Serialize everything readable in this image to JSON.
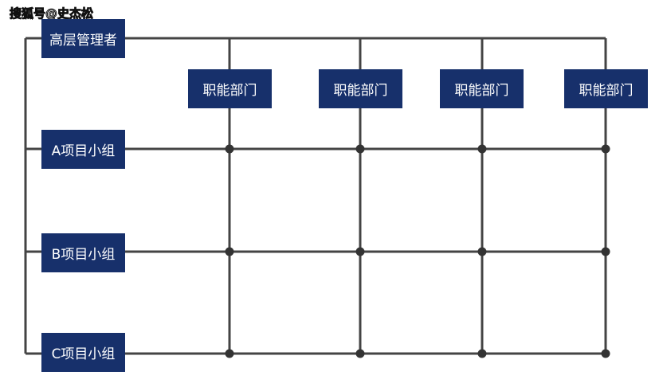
{
  "watermark": "搜狐号@史杰松",
  "top_manager": "高层管理者",
  "departments": [
    "职能部门",
    "职能部门",
    "职能部门",
    "职能部门"
  ],
  "project_groups": [
    "A项目小组",
    "B项目小组",
    "C项目小组"
  ],
  "colors": {
    "box_fill": "#17306b",
    "box_text": "#ffffff",
    "line": "#444444",
    "node": "#333333"
  }
}
